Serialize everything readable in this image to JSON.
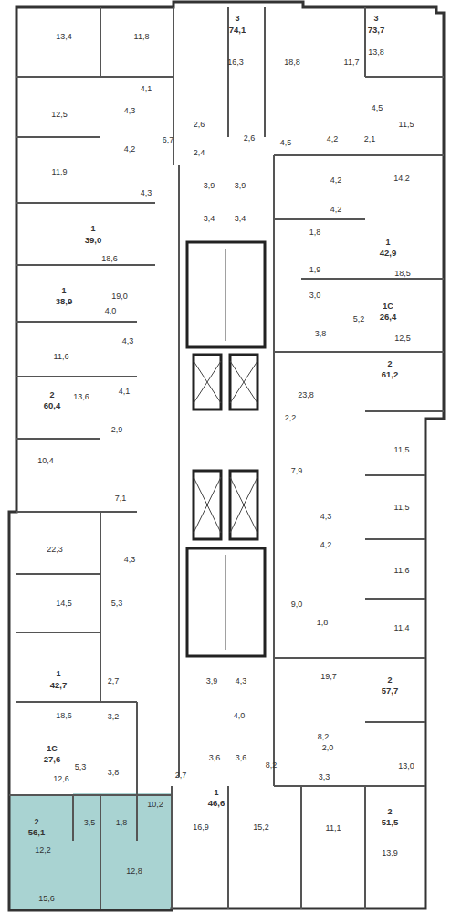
{
  "diagram": {
    "labels": [
      "13,4",
      "11,8",
      "3",
      "74,1",
      "16,3",
      "18,8",
      "11,7",
      "3",
      "73,7",
      "13,8",
      "4,1",
      "12,5",
      "4,3",
      "2,6",
      "6,7",
      "2,6",
      "4,5",
      "11,5",
      "4,2",
      "4,5",
      "4,2",
      "2,1",
      "2,4",
      "11,9",
      "4,2",
      "14,2",
      "3,9",
      "3,9",
      "4,3",
      "3,4",
      "3,4",
      "4,2",
      "1",
      "39,0",
      "18,6",
      "1,8",
      "1",
      "42,9",
      "18,5",
      "1,9",
      "1",
      "38,9",
      "19,0",
      "3,0",
      "1С",
      "26,4",
      "5,2",
      "12,5",
      "3,8",
      "4,0",
      "11,6",
      "4,3",
      "23,8",
      "2",
      "61,2",
      "2",
      "60,4",
      "13,6",
      "4,1",
      "2,9",
      "2,2",
      "11,5",
      "10,4",
      "7,9",
      "7,1",
      "11,5",
      "22,3",
      "4,3",
      "4,2",
      "11,6",
      "4,3",
      "14,5",
      "9,0",
      "5,3",
      "11,4",
      "1,8",
      "1",
      "42,7",
      "2,7",
      "3,9",
      "4,3",
      "4,0",
      "19,7",
      "2",
      "57,7",
      "18,6",
      "3,2",
      "8,2",
      "1С",
      "27,6",
      "5,3",
      "12,6",
      "3,8",
      "3,6",
      "3,6",
      "13,0",
      "2,0",
      "3,3",
      "8,2",
      "2,7",
      "2",
      "56,1",
      "3,5",
      "1,8",
      "10,2",
      "12,2",
      "1",
      "46,6",
      "16,9",
      "15,2",
      "11,1",
      "2",
      "51,5",
      "13,9",
      "15,6",
      "12,8"
    ]
  }
}
